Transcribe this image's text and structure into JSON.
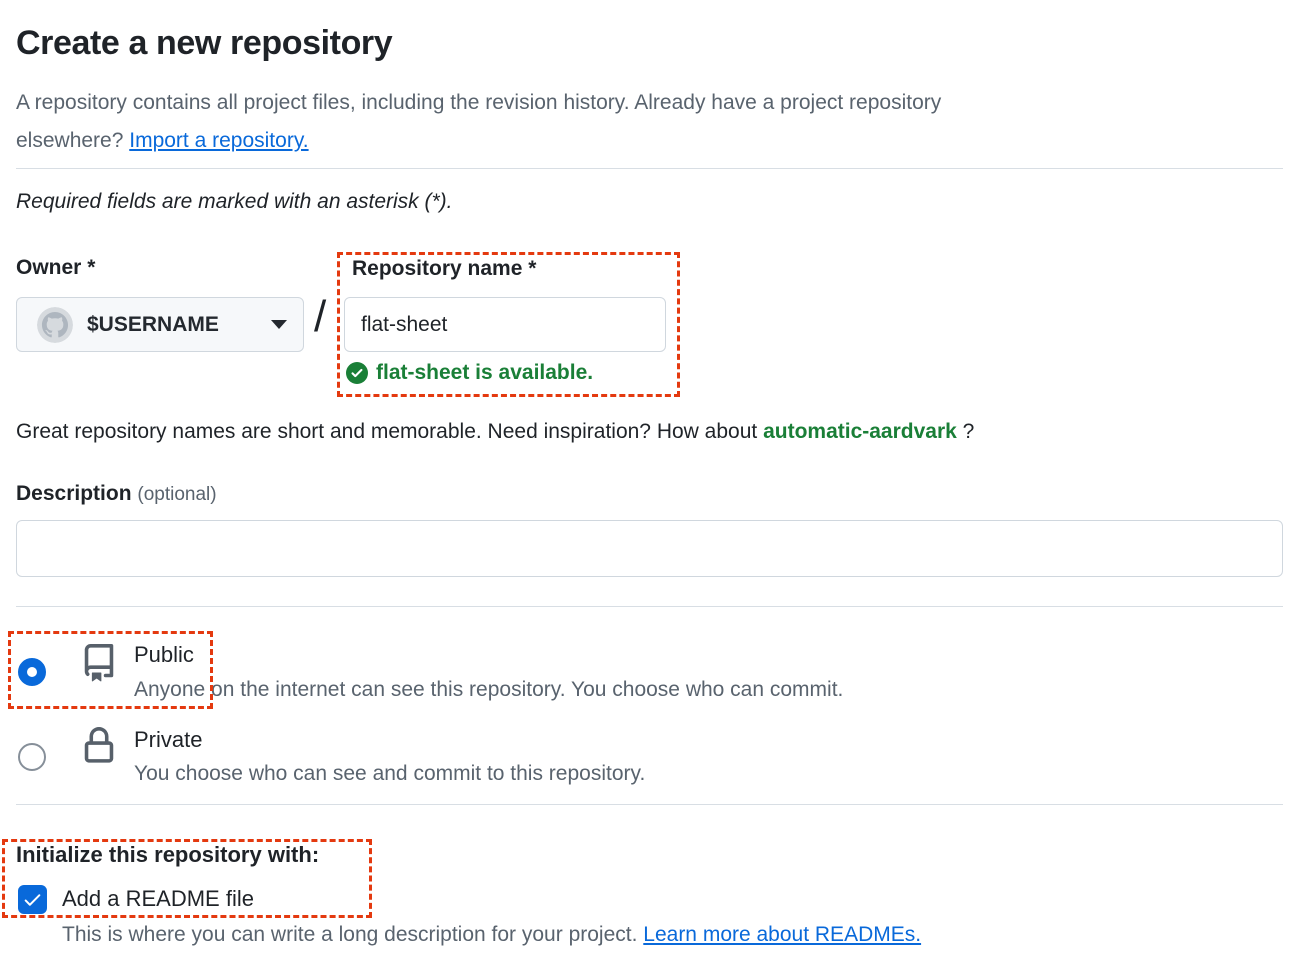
{
  "page": {
    "title": "Create a new repository",
    "intro": {
      "line1": "A repository contains all project files, including the revision history. Already have a project repository",
      "line2_prefix": "elsewhere?",
      "import_link": "Import a repository."
    },
    "required_note": "Required fields are marked with an asterisk (*)."
  },
  "owner": {
    "label": "Owner",
    "asterisk": "*",
    "value": "$USERNAME",
    "separator": "/"
  },
  "repo_name": {
    "label": "Repository name",
    "asterisk": "*",
    "value": "flat-sheet",
    "availability_message": "flat-sheet is available."
  },
  "inspiration": {
    "text_before": "Great repository names are short and memorable. Need inspiration? How about",
    "suggestion": "automatic-aardvark",
    "text_after": "?"
  },
  "description": {
    "label": "Description",
    "optional_label": "(optional)",
    "value": ""
  },
  "visibility": {
    "public": {
      "label": "Public",
      "description": "Anyone on the internet can see this repository. You choose who can commit.",
      "selected": true
    },
    "private": {
      "label": "Private",
      "description": "You choose who can see and commit to this repository.",
      "selected": false
    }
  },
  "initialize": {
    "heading": "Initialize this repository with:",
    "readme": {
      "label": "Add a README file",
      "checked": true,
      "note": "This is where you can write a long description for your project.",
      "link": "Learn more about READMEs."
    }
  },
  "icons": {
    "owner_avatar": "octocat-mark-icon",
    "owner_dropdown": "chevron-down-icon",
    "availability": "check-circle-icon",
    "public": "repo-book-icon",
    "private": "lock-icon",
    "readme_checkbox": "checkmark-icon"
  },
  "colors": {
    "accent_blue": "#0969da",
    "success_green": "#1a7f37",
    "annotation_red": "#e4390f",
    "text_primary": "#1f2328",
    "text_muted": "#59636e",
    "input_border": "#d0d7de",
    "owner_button_bg": "#f6f8fa"
  }
}
